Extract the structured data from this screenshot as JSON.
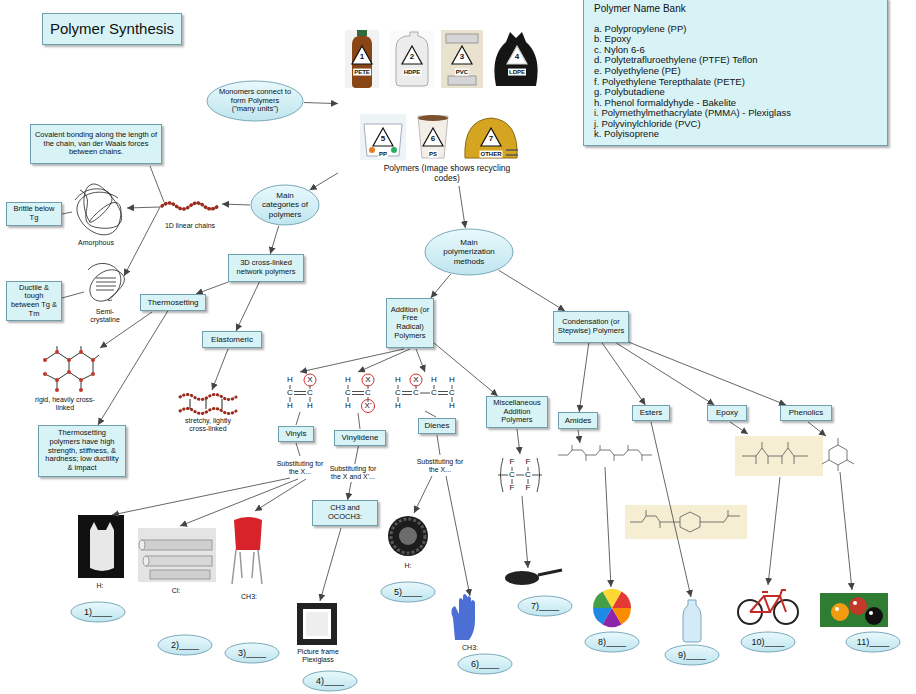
{
  "diagram": {
    "title": "Polymer Synthesis",
    "nodes": [
      {
        "text": [
          "Polymer Name Bank",
          "a. Polypropylene (PP)",
          "b. Epoxy",
          "c. Nylon 6-6",
          "d. Polytetrafluroethylene (PTFE) Teflon",
          "e. Polyethylene (PE)",
          "f. Polyethylene Terepthalate (PETE)",
          "g. Polybutadiene",
          "h. Phenol formaldyhyde - Bakelite",
          "i. Polymethylmethacrylate (PMMA) - Plexiglass",
          "j. Polyvinylchloride (PVC)",
          "k. Polyisoprene"
        ]
      },
      {
        "text": [
          "Monomers connect to form Polymers (\"many units\")"
        ]
      },
      {
        "text": [
          "Polymers (Image shows recycling codes)"
        ]
      },
      {
        "text": [
          "Main categories of polymers"
        ]
      },
      {
        "text": [
          "Covalent bonding along the length of the chain, van der Waals forces between chains."
        ]
      },
      {
        "text": [
          "Brittle below Tg"
        ]
      },
      {
        "text": [
          "Ductile & tough between Tg & Tm"
        ]
      },
      {
        "text": [
          "3D cross-linked network polymers"
        ]
      },
      {
        "text": [
          "Thermosetting"
        ]
      },
      {
        "text": [
          "Elastomeric"
        ]
      },
      {
        "text": [
          "Thermosetting polymers have high strength, stiffness, & hardness; low ductility & impact"
        ]
      },
      {
        "text": [
          "Main polymerization methods"
        ]
      },
      {
        "text": [
          "Addition (or Free Radical) Polymers"
        ]
      },
      {
        "text": [
          "Condensation (or Stepwise) Polymers"
        ]
      },
      {
        "text": [
          "Vinyls"
        ]
      },
      {
        "text": [
          "Vinylidene"
        ]
      },
      {
        "text": [
          "Dienes"
        ]
      },
      {
        "text": [
          "Miscellaneous Addition Polymers"
        ]
      },
      {
        "text": [
          "Amides"
        ]
      },
      {
        "text": [
          "Esters"
        ]
      },
      {
        "text": [
          "Epoxy"
        ]
      },
      {
        "text": [
          "Phenolics"
        ]
      },
      {
        "text": [
          "CH3 and OCOCH3:"
        ]
      },
      {
        "text": [
          "1)____"
        ]
      },
      {
        "text": [
          "2)____"
        ]
      },
      {
        "text": [
          "3)____"
        ]
      },
      {
        "text": [
          "4)____"
        ]
      },
      {
        "text": [
          "5)____"
        ]
      },
      {
        "text": [
          "6)____"
        ]
      },
      {
        "text": [
          "7)____"
        ]
      },
      {
        "text": [
          "8)____"
        ]
      },
      {
        "text": [
          "9)____"
        ]
      },
      {
        "text": [
          "10)____"
        ]
      },
      {
        "text": [
          "11)____"
        ]
      }
    ],
    "edges": [
      {
        "from": 1,
        "to": 2,
        "arrow": "to"
      },
      {
        "from": 2,
        "to": 3,
        "arrow": "to"
      },
      {
        "from": 2,
        "to": 11,
        "arrow": "to"
      },
      {
        "from": 3,
        "to": 7,
        "arrow": "to"
      },
      {
        "from": 7,
        "to": 8,
        "arrow": "to"
      },
      {
        "from": 7,
        "to": 9,
        "arrow": "to"
      },
      {
        "from": 8,
        "to": 10,
        "arrow": "to"
      },
      {
        "from": 11,
        "to": 12,
        "arrow": "to"
      },
      {
        "from": 11,
        "to": 13,
        "arrow": "to"
      },
      {
        "from": 12,
        "to": 17,
        "arrow": "to"
      },
      {
        "from": 15,
        "to": 22,
        "label": "Substituting for the X and X'...",
        "arrow": "to"
      },
      {
        "from": 13,
        "to": 18,
        "arrow": "to"
      },
      {
        "from": 13,
        "to": 19,
        "arrow": "to"
      },
      {
        "from": 13,
        "to": 20,
        "arrow": "to"
      },
      {
        "from": 13,
        "to": 21,
        "arrow": "to"
      }
    ],
    "labels": [
      "1",
      "PETE",
      "2",
      "HDPE",
      "3",
      "PVC",
      "4",
      "LDPE",
      "5",
      "PP",
      "6",
      "PS",
      "7",
      "OTHER",
      "1D linear chains",
      "Amorphous",
      "Semi-crystaline",
      "rigid, heavily cross-linked",
      "stretchy, lightly cross-linked",
      "H",
      "X",
      "C",
      "C",
      "H",
      "H",
      "H",
      "X",
      "C",
      "C",
      "H",
      "X'",
      "H",
      "X",
      "H",
      "H",
      "C",
      "C",
      "C",
      "C",
      "H",
      "H",
      "F",
      "F",
      "C",
      "C",
      "F",
      "F",
      "Substituting for the X...",
      "Substituting for the X...",
      "H:",
      "Cl:",
      "CH3:",
      "Picture frame Plexiglass",
      "H:",
      "CH3:"
    ]
  }
}
